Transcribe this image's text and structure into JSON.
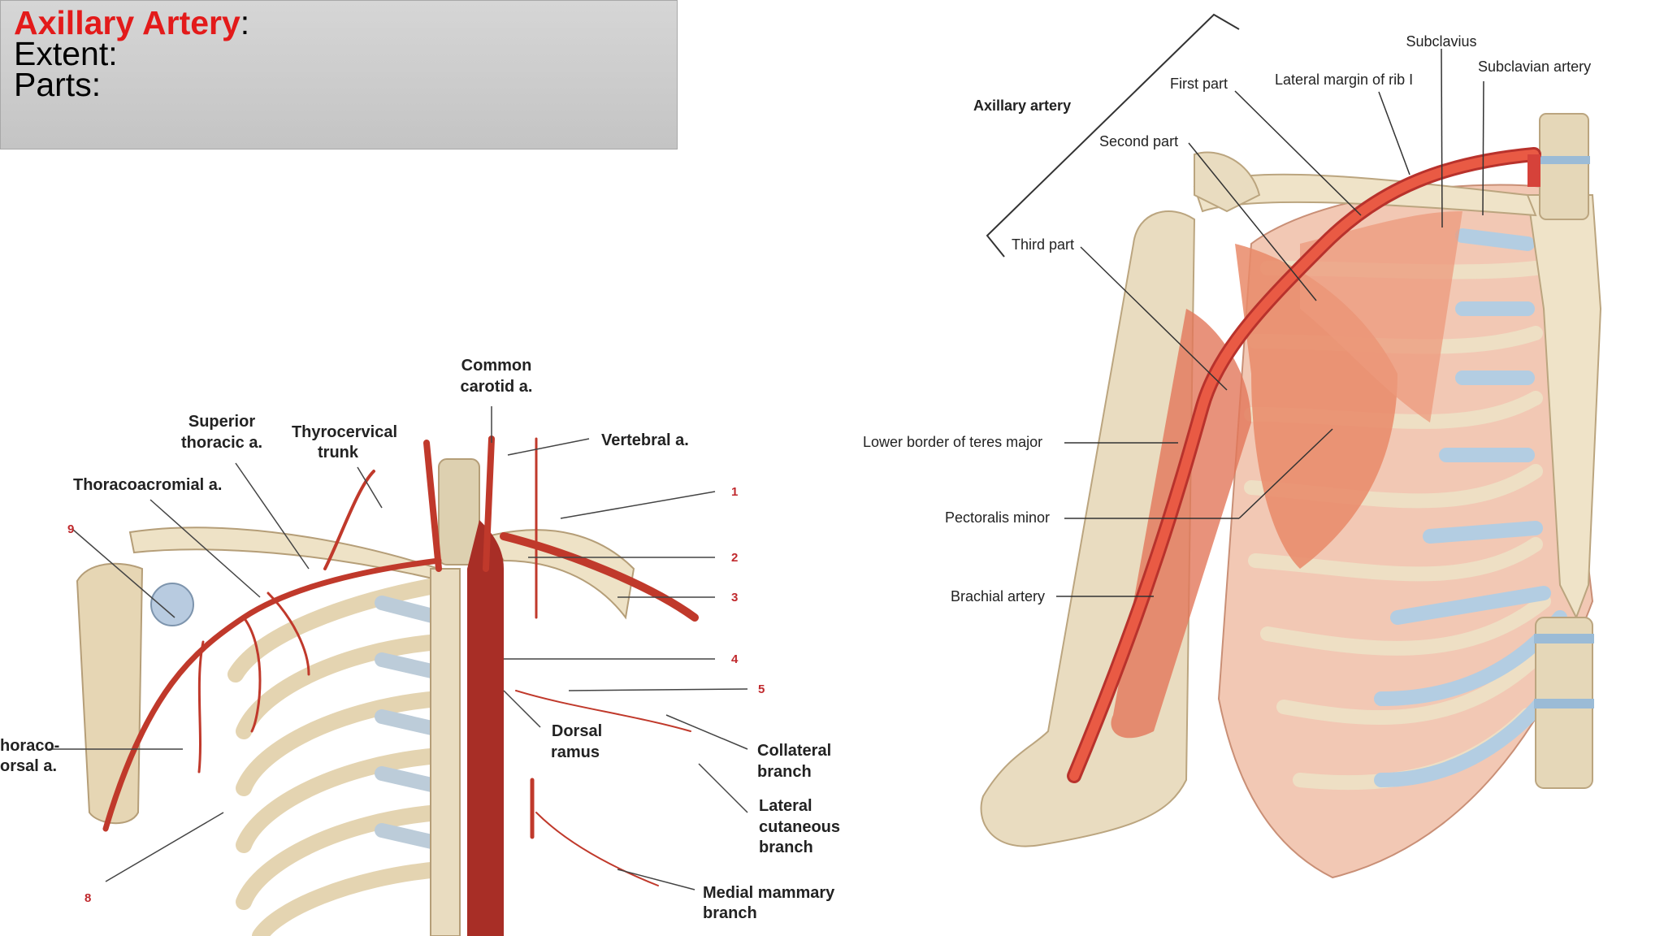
{
  "header": {
    "title": "Axillary Artery",
    "title_suffix": ":",
    "extent_label": "Extent:",
    "parts_label": "Parts:"
  },
  "left_figure": {
    "labels": {
      "common_carotid": [
        "Common",
        "carotid a."
      ],
      "superior_thoracic": [
        "Superior",
        "thoracic a."
      ],
      "thyrocervical": [
        "Thyrocervical",
        "trunk"
      ],
      "vertebral": "Vertebral a.",
      "thoracoacromial": "Thoracoacromial a.",
      "thoracodorsal": [
        "horaco-",
        "orsal a."
      ],
      "dorsal_ramus": [
        "Dorsal",
        "ramus"
      ],
      "collateral_branch": [
        "Collateral",
        "branch"
      ],
      "lateral_cutaneous": [
        "Lateral",
        "cutaneous",
        "branch"
      ],
      "medial_mammary": [
        "Medial mammary",
        "branch"
      ]
    },
    "numbers": [
      "1",
      "2",
      "3",
      "4",
      "5",
      "8",
      "9"
    ]
  },
  "right_figure": {
    "labels": {
      "subclavius": "Subclavius",
      "subclavian_artery": "Subclavian artery",
      "lateral_margin_rib": "Lateral margin of rib I",
      "first_part": "First part",
      "axillary_artery": "Axillary artery",
      "second_part": "Second part",
      "third_part": "Third part",
      "lower_border_teres": "Lower border of teres major",
      "pectoralis_minor": "Pectoralis minor",
      "brachial_artery": "Brachial artery"
    }
  },
  "colors": {
    "artery": "#c0392b",
    "artery_light": "#e2553f",
    "bone": "#e9dcc0",
    "cartilage": "#a9c6df",
    "muscle": "#e88b6c",
    "label_number": "#c0292d",
    "title_highlight": "#e31a1a"
  }
}
